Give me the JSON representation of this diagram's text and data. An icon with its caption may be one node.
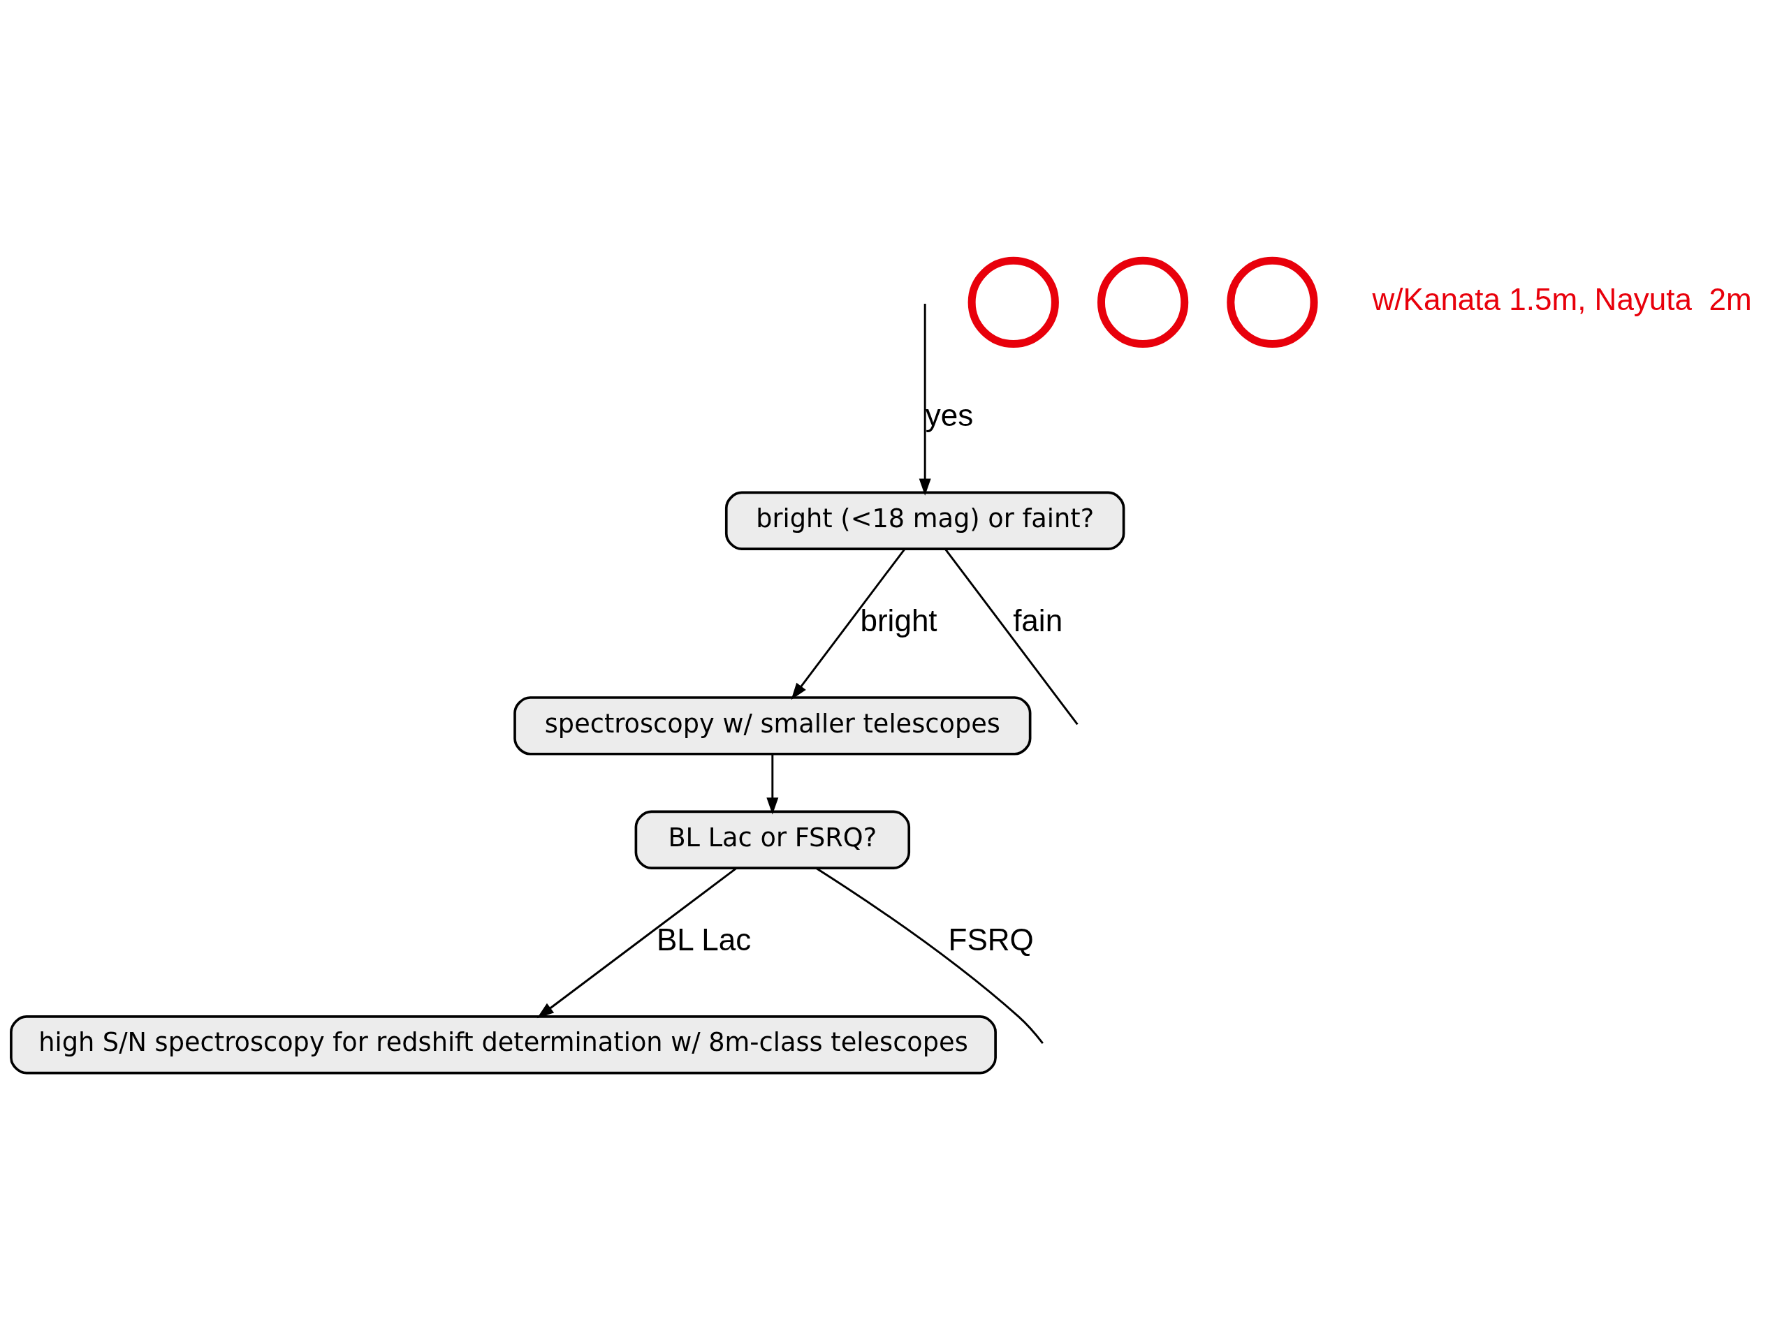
{
  "diagram": {
    "nodes": [
      {
        "text": [
          "bright (<18 mag) or faint?"
        ]
      },
      {
        "text": [
          "spectroscopy w/ smaller telescopes"
        ]
      },
      {
        "text": [
          "BL Lac or FSRQ?"
        ]
      },
      {
        "text": [
          "high S/N spectroscopy for redshift determination w/ 8m-class telescopes"
        ]
      },
      {
        "text": [],
        "shape": "circle"
      },
      {
        "text": [],
        "shape": "circle"
      },
      {
        "text": [],
        "shape": "circle"
      }
    ],
    "edges": [
      {
        "from": 0,
        "to": null,
        "arrow": "none",
        "label": "fain"
      },
      {
        "from": 0,
        "to": 1,
        "arrow": "to",
        "label": "bright"
      },
      {
        "from": null,
        "to": 0,
        "arrow": "to",
        "label": "yes"
      },
      {
        "from": 1,
        "to": 2,
        "arrow": "to"
      },
      {
        "from": 2,
        "to": null,
        "arrow": "none",
        "label": "FSRQ"
      },
      {
        "from": 2,
        "to": 3,
        "arrow": "to",
        "label": "BL Lac"
      }
    ],
    "labels": [
      "w/Kanata 1.5m, Nayuta  2m"
    ]
  }
}
